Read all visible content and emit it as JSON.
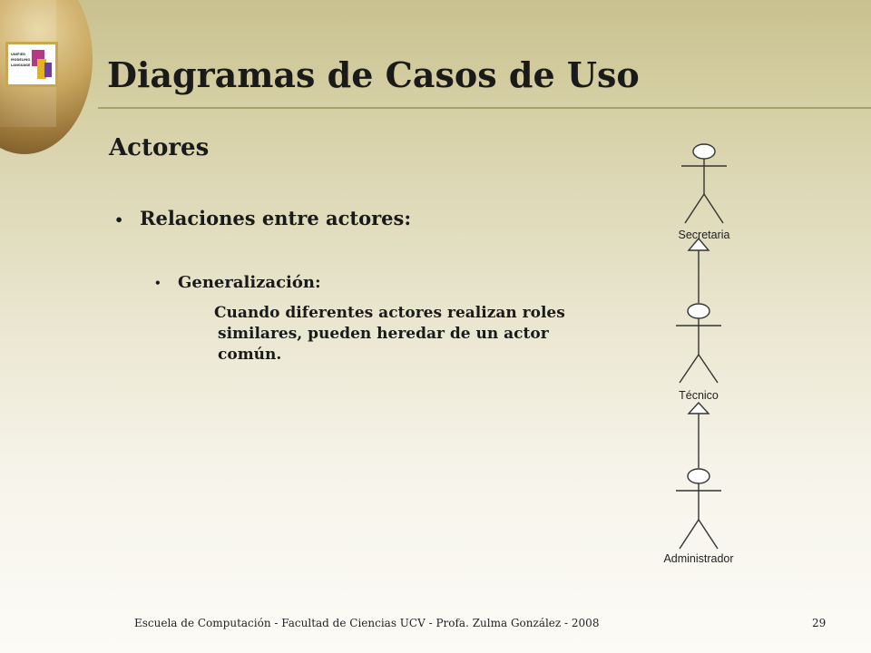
{
  "slide": {
    "title": "Diagramas de Casos de Uso",
    "subtitle": "Actores",
    "bullet_level1": "Relaciones entre actores:",
    "bullet_level2": "Generalización:",
    "paragraph": "Cuando diferentes actores realizan roles similares, pueden heredar de un actor común.",
    "footer": "Escuela de Computación - Facultad de Ciencias UCV - Profa. Zulma González - 2008",
    "page_number": "29"
  },
  "logo": {
    "text_lines": [
      "UNIFIED",
      "MODELING",
      "LANGUAGE"
    ],
    "colors": {
      "u": "#b43a86",
      "m": "#e2b21f",
      "l": "#6b3f9c",
      "frame": "#c7a84f"
    }
  },
  "diagram": {
    "actors": [
      {
        "name": "Secretaria"
      },
      {
        "name": "Técnico"
      },
      {
        "name": "Administrador"
      }
    ],
    "relations": [
      {
        "from": "Técnico",
        "to": "Secretaria",
        "type": "generalization"
      },
      {
        "from": "Administrador",
        "to": "Técnico",
        "type": "generalization"
      }
    ]
  }
}
